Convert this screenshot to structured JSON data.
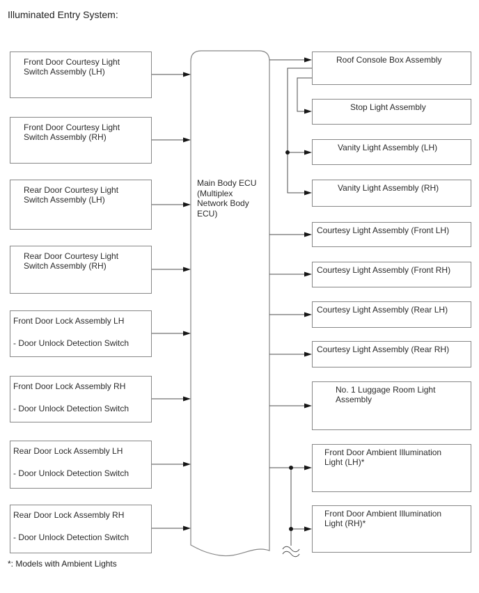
{
  "title": "Illuminated Entry System:",
  "footnote": "*: Models with Ambient Lights",
  "ecu": {
    "label": "Main Body ECU\n(Multiplex\nNetwork Body\nECU)"
  },
  "inputs": [
    {
      "label": "Front Door Courtesy Light\nSwitch Assembly (LH)"
    },
    {
      "label": "Front Door Courtesy Light\nSwitch Assembly (RH)"
    },
    {
      "label": "Rear Door Courtesy Light\nSwitch Assembly (LH)"
    },
    {
      "label": "Rear Door Courtesy Light\nSwitch Assembly (RH)"
    },
    {
      "label": "Front Door Lock Assembly LH",
      "sub": "- Door Unlock Detection Switch"
    },
    {
      "label": "Front Door Lock Assembly RH",
      "sub": "- Door Unlock Detection Switch"
    },
    {
      "label": "Rear Door Lock Assembly LH",
      "sub": "- Door Unlock Detection Switch"
    },
    {
      "label": "Rear Door Lock Assembly RH",
      "sub": "- Door Unlock Detection Switch"
    }
  ],
  "outputs": [
    {
      "label": "Roof Console Box Assembly"
    },
    {
      "label": "Stop Light Assembly"
    },
    {
      "label": "Vanity Light Assembly (LH)"
    },
    {
      "label": "Vanity Light Assembly (RH)"
    },
    {
      "label": "Courtesy Light Assembly (Front LH)"
    },
    {
      "label": "Courtesy Light Assembly (Front RH)"
    },
    {
      "label": "Courtesy Light Assembly (Rear LH)"
    },
    {
      "label": "Courtesy Light Assembly (Rear RH)"
    },
    {
      "label": "No. 1 Luggage Room Light\nAssembly"
    },
    {
      "label": "Front Door Ambient Illumination\nLight (LH)*"
    },
    {
      "label": "Front Door Ambient Illumination\nLight (RH)*"
    }
  ],
  "colors": {
    "background": "#ffffff",
    "box_border": "#868686",
    "wire": "#4d4d4d",
    "arrowhead": "#161616",
    "text": "#2a2a2a"
  }
}
